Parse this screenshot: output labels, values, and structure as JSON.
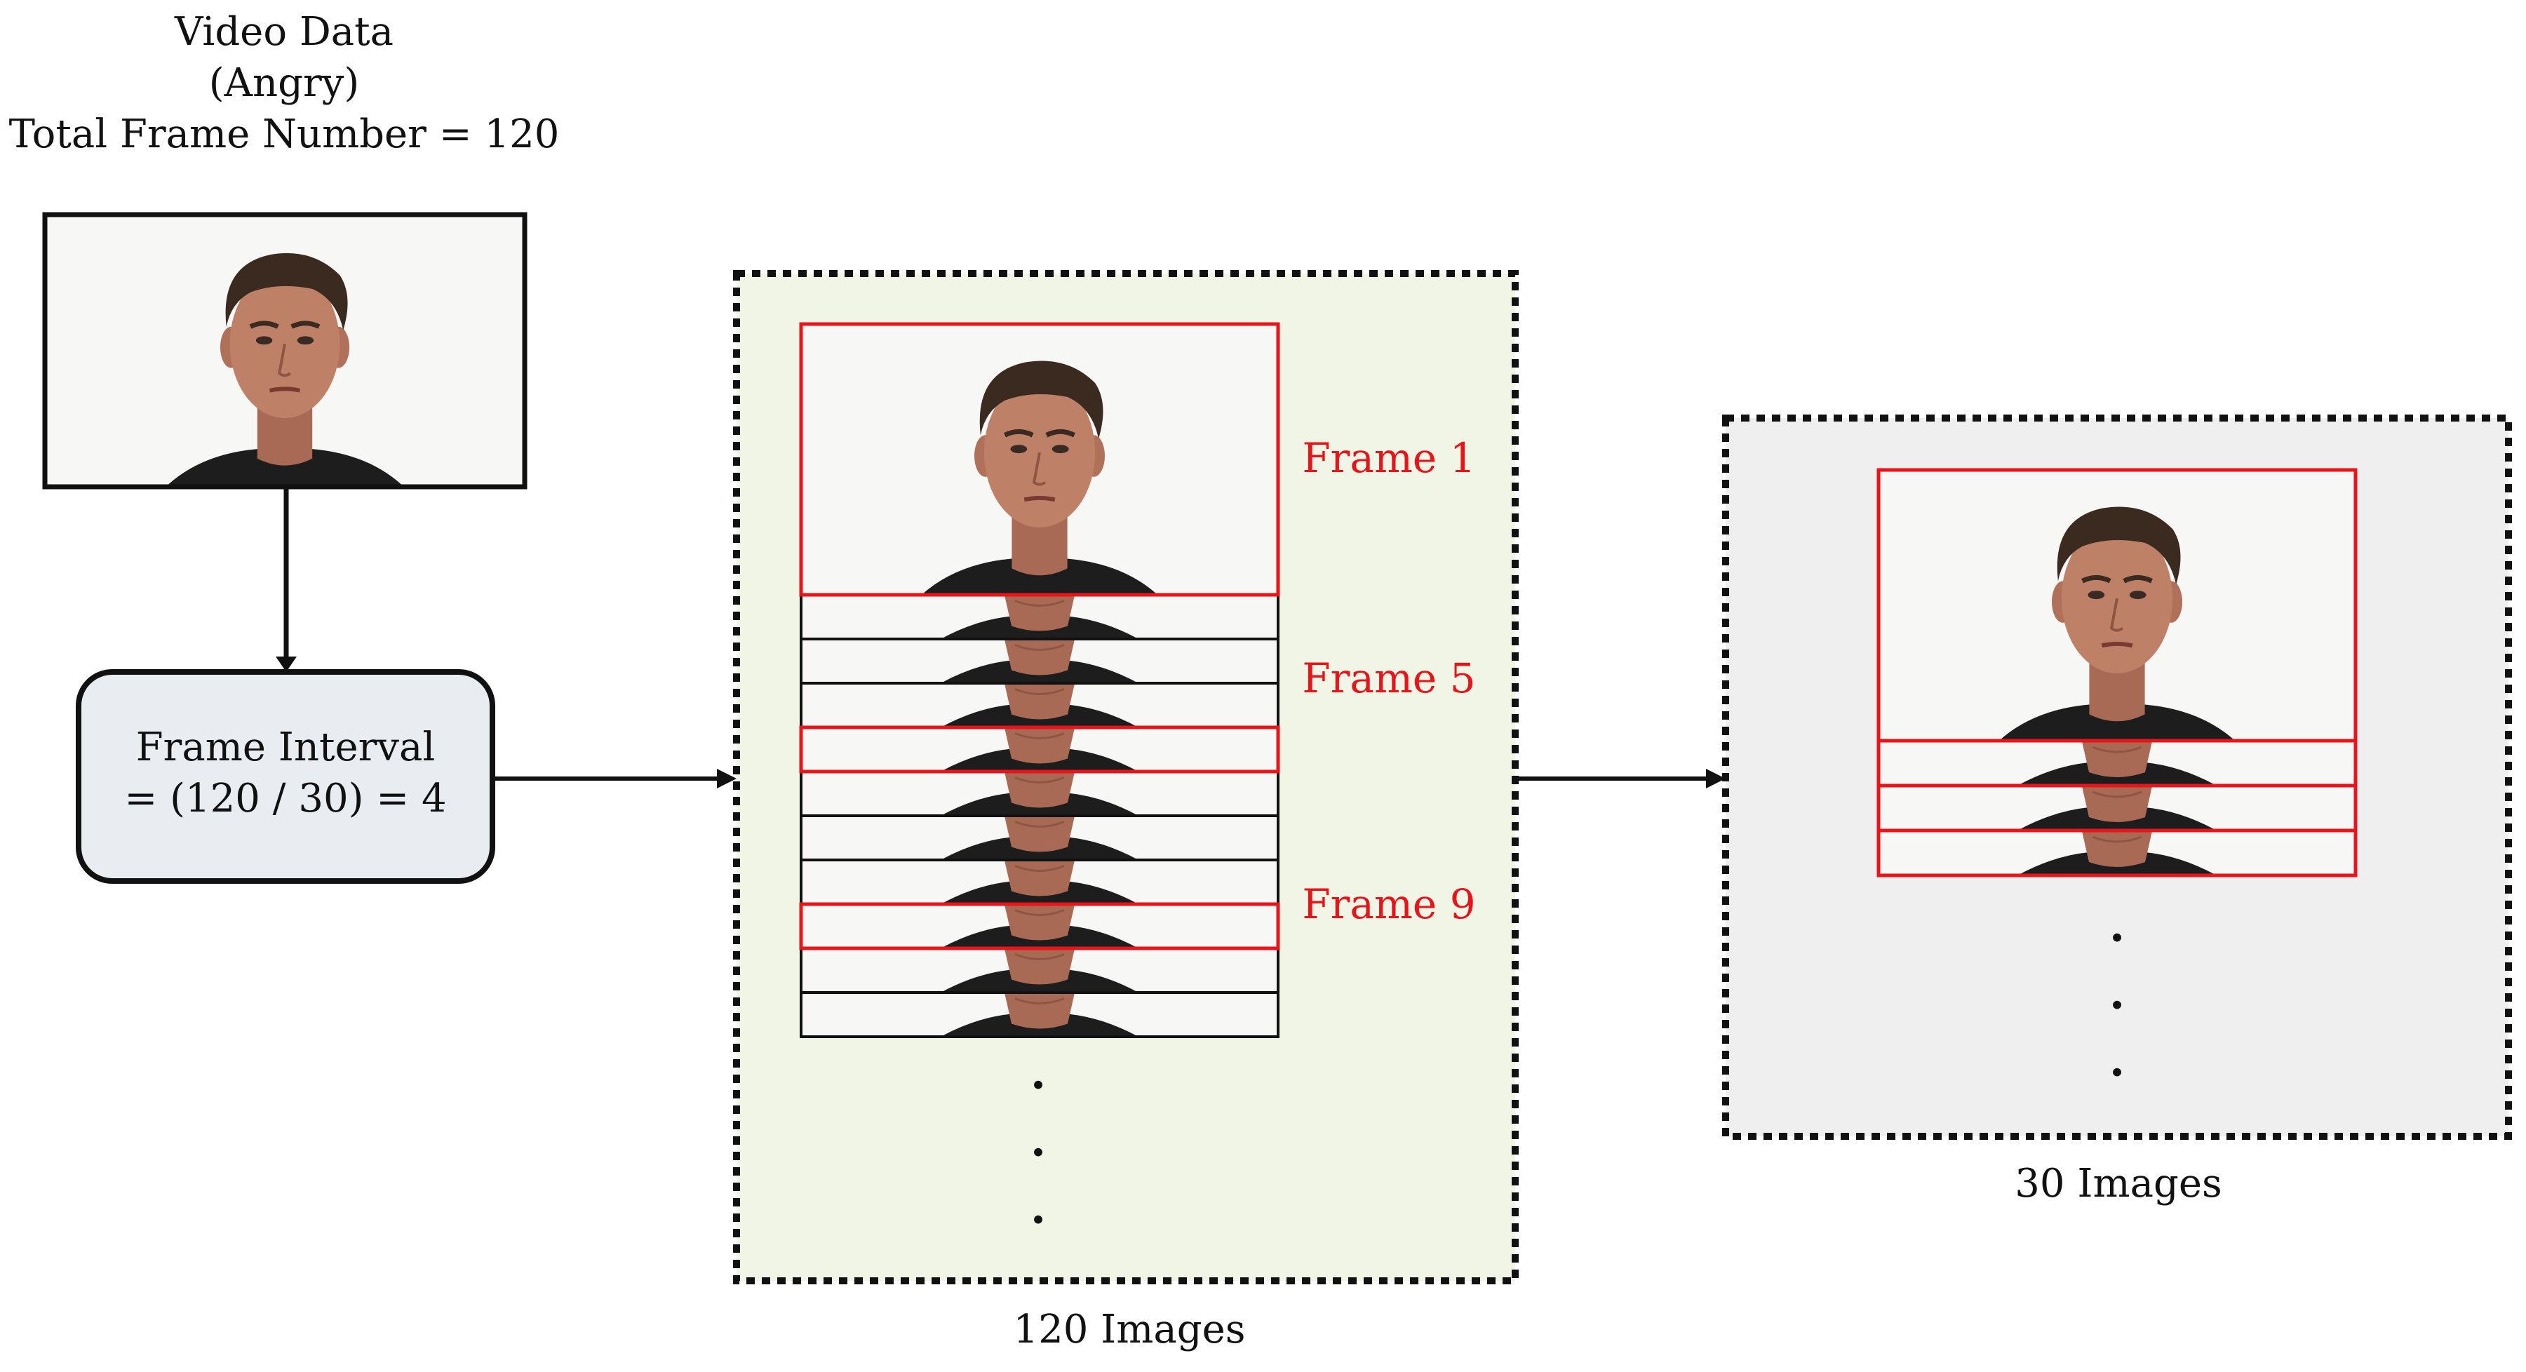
{
  "source": {
    "title_line1": "Video Data",
    "title_line2": "(Angry)",
    "title_line3": "Total Frame Number = 120"
  },
  "interval_box": {
    "line1": "Frame Interval",
    "line2": "= (120 / 30) = 4"
  },
  "middle_panel": {
    "frame_labels": [
      "Frame 1",
      "Frame 5",
      "Frame 9"
    ],
    "caption": "120 Images",
    "stack_strip_count": 10,
    "ellipsis": [
      "·",
      "·",
      "·"
    ]
  },
  "right_panel": {
    "caption": "30 Images",
    "ellipsis": [
      "·",
      "·",
      "·"
    ]
  },
  "colors": {
    "highlight_red": "#e8141a",
    "middle_panel_bg": "#f1f5e6",
    "right_panel_bg": "#efefef",
    "interval_box_bg": "#e9edf2",
    "skin": "#b97a62",
    "hair": "#3b2a20"
  }
}
